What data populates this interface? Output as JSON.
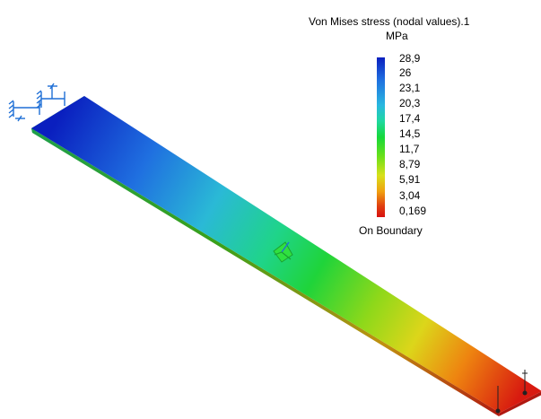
{
  "legend": {
    "title": "Von Mises stress (nodal values).1",
    "unit": "MPa",
    "ticks": [
      "28,9",
      "26",
      "23,1",
      "20,3",
      "17,4",
      "14,5",
      "11,7",
      "8,79",
      "5,91",
      "3,04",
      "0,169"
    ],
    "footer": "On Boundary",
    "colors": {
      "max": "#0a1fbf",
      "high": "#1f6fe0",
      "mid_high": "#29b8e0",
      "mid": "#16d83a",
      "mid_low": "#d8e01a",
      "low": "#f0a010",
      "min": "#d81010"
    }
  },
  "model": {
    "part": "cantilever plate",
    "fixed_support_icon": "clamp-icon",
    "load_icon": "force-arrow-icon",
    "center_marker_icon": "axis-triad-icon"
  }
}
